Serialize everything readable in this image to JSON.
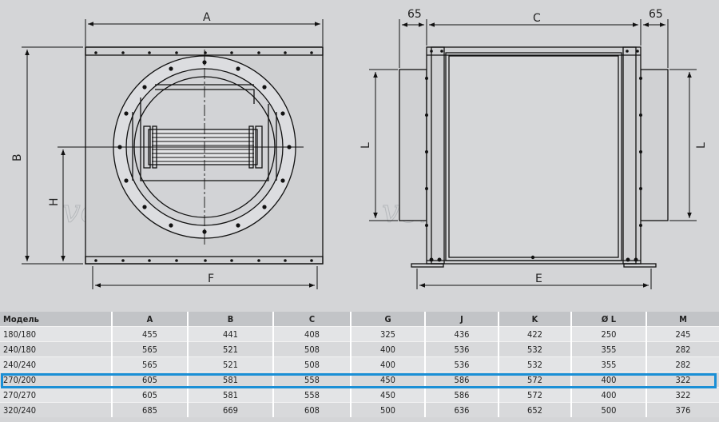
{
  "drawing": {
    "labels": {
      "a": "A",
      "b": "B",
      "h": "H",
      "f": "F",
      "offset_left": "65",
      "c": "C",
      "offset_right": "65",
      "l_left": "L",
      "l_right": "L",
      "e": "E"
    },
    "watermark": "ventilatorry.ru"
  },
  "table": {
    "headers": [
      "Модель",
      "A",
      "B",
      "C",
      "G",
      "J",
      "K",
      "Ø L",
      "M"
    ],
    "rows": [
      [
        "180/180",
        "455",
        "441",
        "408",
        "325",
        "436",
        "422",
        "250",
        "245"
      ],
      [
        "240/180",
        "565",
        "521",
        "508",
        "400",
        "536",
        "532",
        "355",
        "282"
      ],
      [
        "240/240",
        "565",
        "521",
        "508",
        "400",
        "536",
        "532",
        "355",
        "282"
      ],
      [
        "270/200",
        "605",
        "581",
        "558",
        "450",
        "586",
        "572",
        "400",
        "322"
      ],
      [
        "270/270",
        "605",
        "581",
        "558",
        "450",
        "586",
        "572",
        "400",
        "322"
      ],
      [
        "320/240",
        "685",
        "669",
        "608",
        "500",
        "636",
        "652",
        "500",
        "376"
      ]
    ],
    "highlight_color": "#1a8fd6"
  }
}
